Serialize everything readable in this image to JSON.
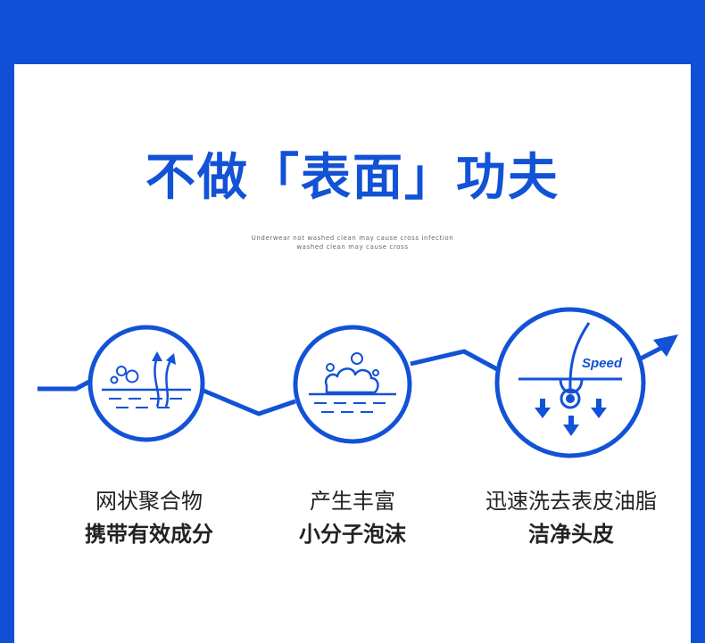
{
  "title": "不做「表面」功夫",
  "subtitle_line1": "Underwear not washed clean may cause cross infection",
  "subtitle_line2": "washed clean may cause cross",
  "features": [
    {
      "icon": "mesh-bubbles-icon",
      "line1": "网状聚合物",
      "line2": "携带有效成分"
    },
    {
      "icon": "foam-cloud-icon",
      "line1": "产生丰富",
      "line2": "小分子泡沫"
    },
    {
      "icon": "hair-follicle-icon",
      "badge": "Speed",
      "line1": "迅速洗去表皮油脂",
      "line2": "洁净头皮"
    }
  ],
  "colors": {
    "brand": "#1252d6",
    "frame": "#0f50d6",
    "background": "#ffffff",
    "text": "#222222"
  }
}
